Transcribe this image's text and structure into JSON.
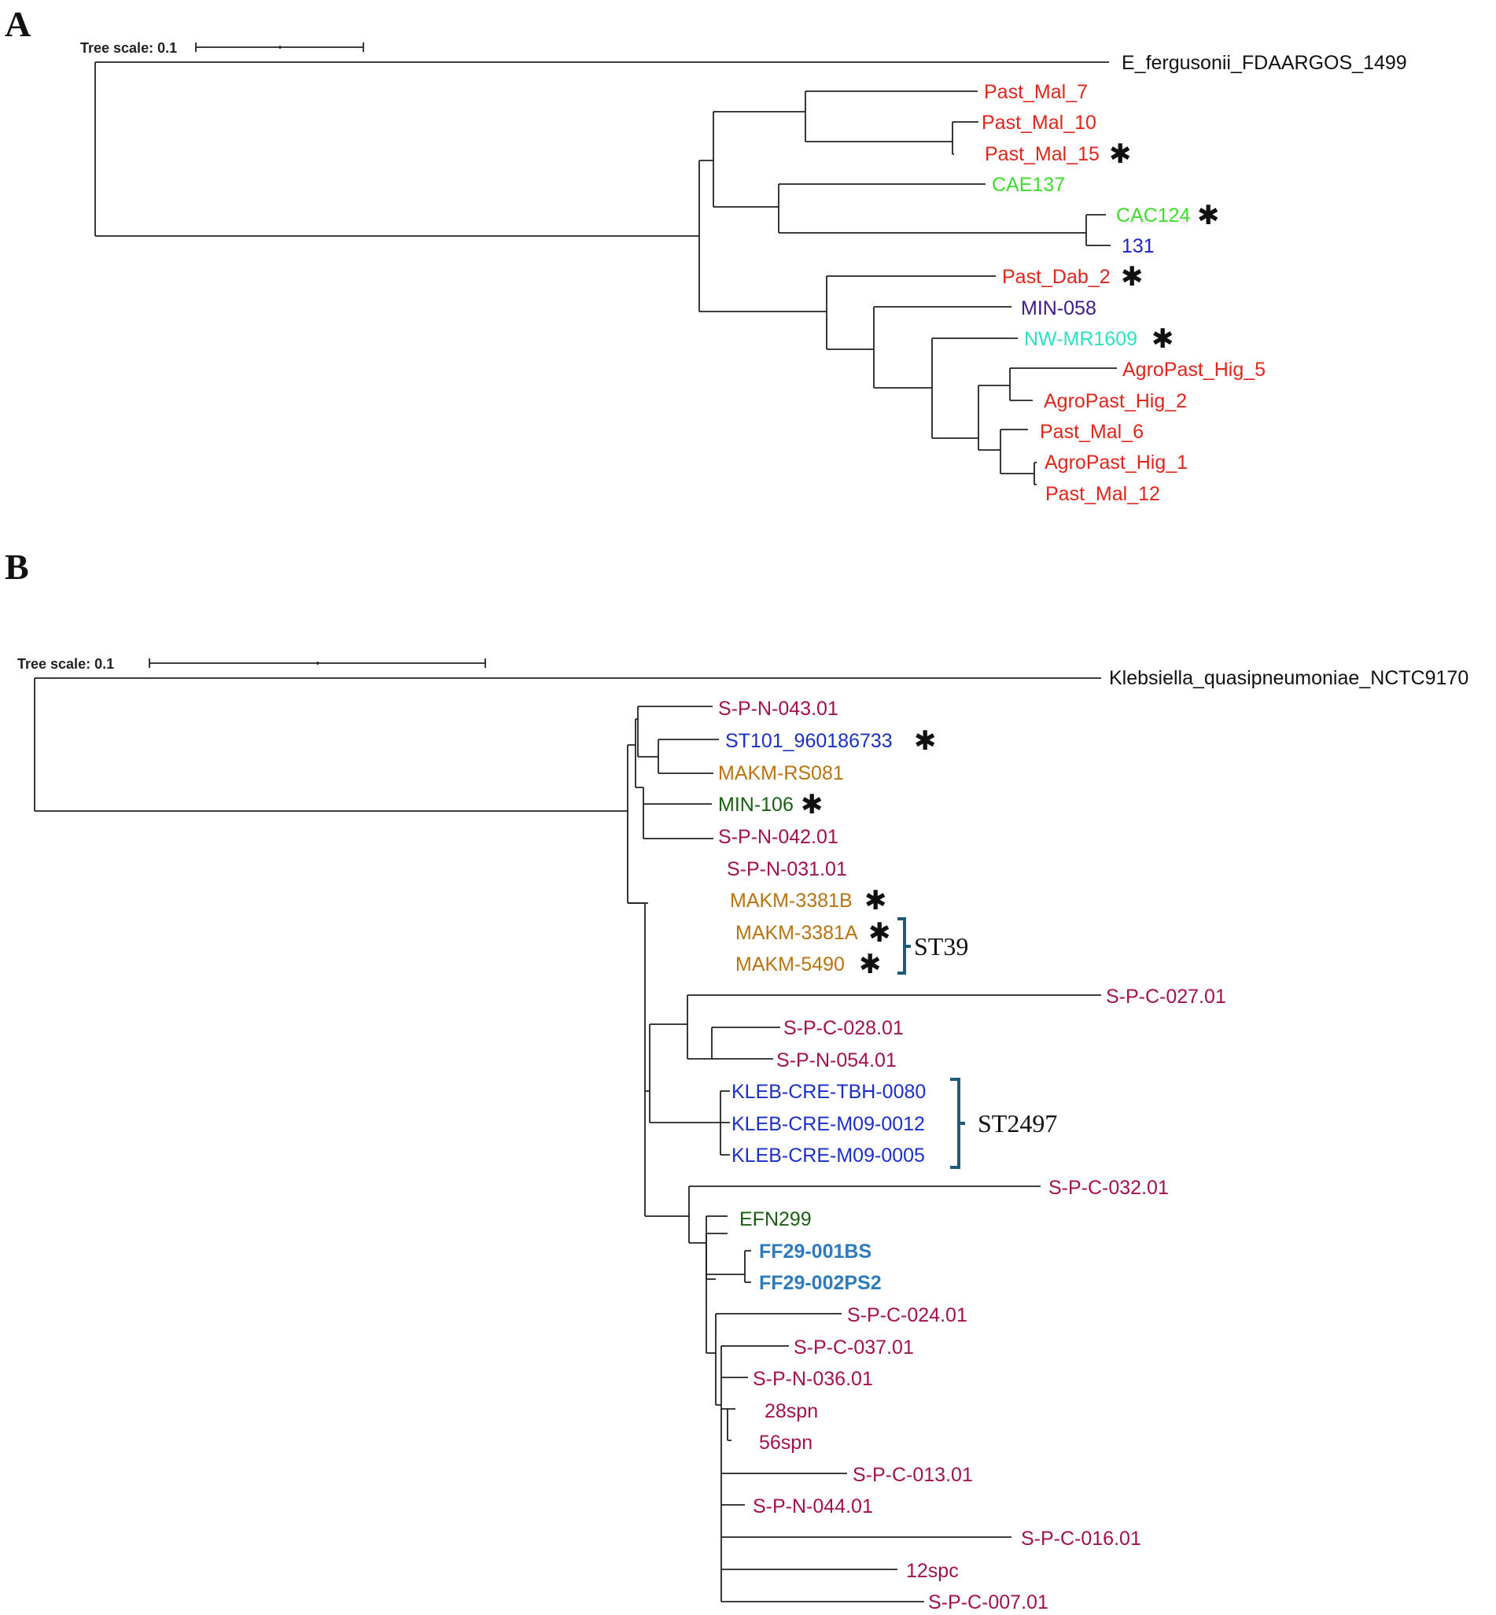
{
  "panels": {
    "A": {
      "label": "A",
      "tree_scale": "Tree scale: 0.1",
      "outgroup": "E_fergusonii_FDAARGOS_1499",
      "leaves": [
        {
          "name": "Past_Mal_7",
          "color": "#e0251b",
          "marked": false
        },
        {
          "name": "Past_Mal_10",
          "color": "#e0251b",
          "marked": false
        },
        {
          "name": "Past_Mal_15",
          "color": "#e0251b",
          "marked": true
        },
        {
          "name": "CAE137",
          "color": "#3dde2a",
          "marked": false
        },
        {
          "name": "CAC124",
          "color": "#3dde2a",
          "marked": true
        },
        {
          "name": "131",
          "color": "#1d22c7",
          "marked": false
        },
        {
          "name": "Past_Dab_2",
          "color": "#e0251b",
          "marked": true
        },
        {
          "name": "MIN-058",
          "color": "#3c1a8a",
          "marked": false
        },
        {
          "name": "NW-MR1609",
          "color": "#2ee0c2",
          "marked": true
        },
        {
          "name": "AgroPast_Hig_5",
          "color": "#e0251b",
          "marked": false
        },
        {
          "name": "AgroPast_Hig_2",
          "color": "#e0251b",
          "marked": false
        },
        {
          "name": "Past_Mal_6",
          "color": "#e0251b",
          "marked": false
        },
        {
          "name": "AgroPast_Hig_1",
          "color": "#e0251b",
          "marked": false
        },
        {
          "name": "Past_Mal_12",
          "color": "#e0251b",
          "marked": false
        }
      ]
    },
    "B": {
      "label": "B",
      "tree_scale": "Tree scale: 0.1",
      "outgroup": "Klebsiella_quasipneumoniae_NCTC9170",
      "leaves": [
        {
          "name": "S-P-N-043.01",
          "color": "#a3104e",
          "marked": false
        },
        {
          "name": "ST101_960186733",
          "color": "#1a2fc8",
          "marked": true
        },
        {
          "name": "MAKM-RS081",
          "color": "#b8740f",
          "marked": false
        },
        {
          "name": "MIN-106",
          "color": "#1a5e12",
          "marked": true
        },
        {
          "name": "S-P-N-042.01",
          "color": "#a3104e",
          "marked": false
        },
        {
          "name": "S-P-N-031.01",
          "color": "#a3104e",
          "marked": false
        },
        {
          "name": "MAKM-3381B",
          "color": "#b8740f",
          "marked": true
        },
        {
          "name": "MAKM-3381A",
          "color": "#b8740f",
          "marked": true
        },
        {
          "name": "MAKM-5490",
          "color": "#b8740f",
          "marked": true
        },
        {
          "name": "S-P-C-027.01",
          "color": "#a3104e",
          "marked": false
        },
        {
          "name": "S-P-C-028.01",
          "color": "#a3104e",
          "marked": false
        },
        {
          "name": "S-P-N-054.01",
          "color": "#a3104e",
          "marked": false
        },
        {
          "name": "KLEB-CRE-TBH-0080",
          "color": "#1a2fc8",
          "marked": false
        },
        {
          "name": "KLEB-CRE-M09-0012",
          "color": "#1a2fc8",
          "marked": false
        },
        {
          "name": "KLEB-CRE-M09-0005",
          "color": "#1a2fc8",
          "marked": false
        },
        {
          "name": "S-P-C-032.01",
          "color": "#a3104e",
          "marked": false
        },
        {
          "name": "EFN299",
          "color": "#1a5e12",
          "marked": false
        },
        {
          "name": "FF29-001BS",
          "color": "#2c7bbd",
          "marked": false,
          "bold": true
        },
        {
          "name": "FF29-002PS2",
          "color": "#2c7bbd",
          "marked": false,
          "bold": true
        },
        {
          "name": "S-P-C-024.01",
          "color": "#a3104e",
          "marked": false
        },
        {
          "name": "S-P-C-037.01",
          "color": "#a3104e",
          "marked": false
        },
        {
          "name": "S-P-N-036.01",
          "color": "#a3104e",
          "marked": false
        },
        {
          "name": "28spn",
          "color": "#a3104e",
          "marked": false
        },
        {
          "name": "56spn",
          "color": "#a3104e",
          "marked": false
        },
        {
          "name": "S-P-C-013.01",
          "color": "#a3104e",
          "marked": false
        },
        {
          "name": "S-P-N-044.01",
          "color": "#a3104e",
          "marked": false
        },
        {
          "name": "S-P-C-016.01",
          "color": "#a3104e",
          "marked": false
        },
        {
          "name": "12spc",
          "color": "#a3104e",
          "marked": false
        },
        {
          "name": "S-P-C-007.01",
          "color": "#a3104e",
          "marked": false
        }
      ],
      "groups": [
        {
          "name": "ST39"
        },
        {
          "name": "ST2497"
        }
      ]
    }
  },
  "mark_symbol": "✱"
}
